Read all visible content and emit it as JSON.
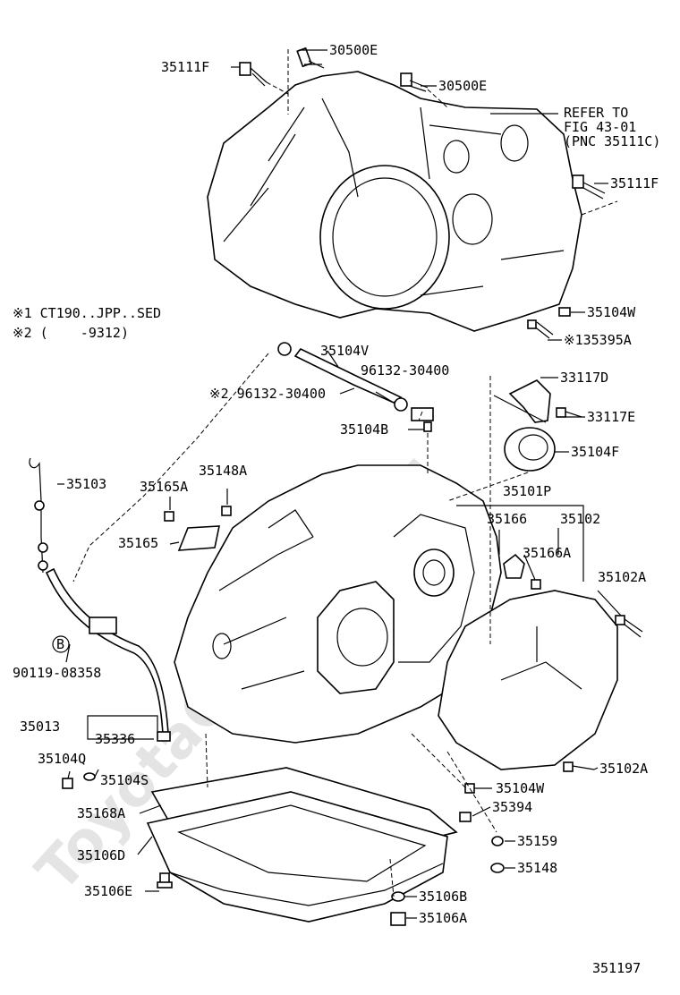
{
  "watermark": "ToyotaCarMart.ru",
  "figure_id": "351197",
  "notes": {
    "note1": "※1 CT190..JPP..SED",
    "note2": "※2 (    -9312)"
  },
  "refer": {
    "line1": "REFER TO",
    "line2": "FIG 43-01",
    "line3": "(PNC 35111C)"
  },
  "labels": {
    "p30500E_a": "30500E",
    "p35111F_a": "35111F",
    "p30500E_b": "30500E",
    "p35111F_b": "35111F",
    "p35104W_a": "35104W",
    "p135395A": "※135395A",
    "p35104V": "35104V",
    "p96132_30400_a": "96132-30400",
    "p96132_30400_b": "※2 96132-30400",
    "p33117D": "33117D",
    "p33117E": "33117E",
    "p35104B": "35104B",
    "p35104F": "35104F",
    "p35103": "35103",
    "p35148A": "35148A",
    "p35165A": "35165A",
    "p35101P": "35101P",
    "p35166": "35166",
    "p35102": "35102",
    "p35165": "35165",
    "p35166A": "35166A",
    "p35102A_a": "35102A",
    "b_mark": "B",
    "p90119_08358": "90119-08358",
    "p35013": "35013",
    "p35336": "35336",
    "p35104Q": "35104Q",
    "p35104S": "35104S",
    "p35102A_b": "35102A",
    "p35104W_b": "35104W",
    "p35168A": "35168A",
    "p35394": "35394",
    "p35106D": "35106D",
    "p35159": "35159",
    "p35148": "35148",
    "p35106E": "35106E",
    "p35106B": "35106B",
    "p35106A": "35106A"
  }
}
